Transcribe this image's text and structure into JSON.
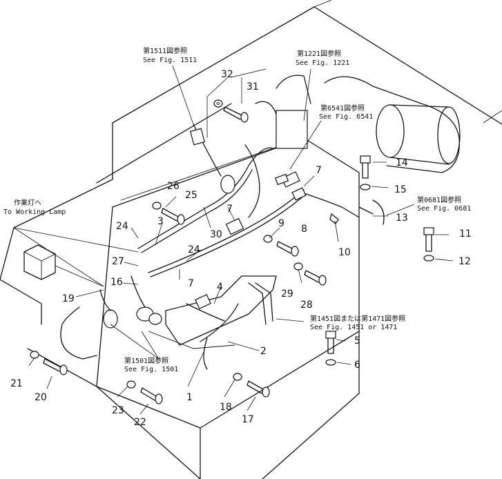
{
  "callouts": {
    "fig1511_jp": "第1511図参照",
    "fig1511_en": "See Fig. 1511",
    "fig1221_jp": "第1221図参照",
    "fig1221_en": "See Fig. 1221",
    "fig6541_jp": "第6541図参照",
    "fig6541_en": "See Fig. 6541",
    "fig0681_jp": "第0681図参照",
    "fig0681_en": "See Fig. 0681",
    "fig1451_jp": "第1451図または第1471図参照",
    "fig1451_en": "See Fig. 1451  or  1471",
    "fig1501_jp": "第1501図参照",
    "fig1501_en": "See Fig. 1501",
    "lamp_jp": "作業灯へ",
    "lamp_en": "To Working Lamp"
  },
  "parts": {
    "p1": "1",
    "p2": "2",
    "p3": "3",
    "p4": "4",
    "p5": "5",
    "p6": "6",
    "p7a": "7",
    "p7b": "7",
    "p7c": "7",
    "p8": "8",
    "p9": "9",
    "p10": "10",
    "p11": "11",
    "p12": "12",
    "p13": "13",
    "p14": "14",
    "p15": "15",
    "p16": "16",
    "p17": "17",
    "p18": "18",
    "p19": "19",
    "p20": "20",
    "p21": "21",
    "p22": "22",
    "p23": "23",
    "p24a": "24",
    "p24b": "24",
    "p25": "25",
    "p26": "26",
    "p27": "27",
    "p28": "28",
    "p29": "29",
    "p30": "30",
    "p31": "31",
    "p32": "32"
  }
}
